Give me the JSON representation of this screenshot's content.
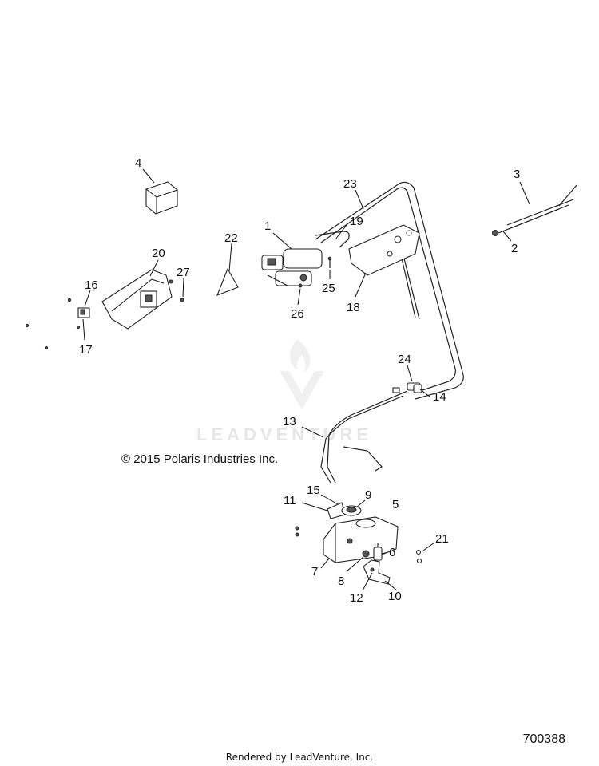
{
  "diagram": {
    "callouts": {
      "c1": "1",
      "c2": "2",
      "c3": "3",
      "c4": "4",
      "c5": "5",
      "c6": "6",
      "c7": "7",
      "c8": "8",
      "c9": "9",
      "c10": "10",
      "c11": "11",
      "c12": "12",
      "c13": "13",
      "c14": "14",
      "c15": "15",
      "c16": "16",
      "c17": "17",
      "c18": "18",
      "c19": "19",
      "c20": "20",
      "c21": "21",
      "c22": "22",
      "c23": "23",
      "c24": "24",
      "c25": "25",
      "c26": "26",
      "c27": "27"
    },
    "copyright": "© 2015 Polaris Industries Inc.",
    "diagram_id": "700388",
    "watermark": "LEADVENTURE",
    "footer": "Rendered by LeadVenture, Inc."
  }
}
